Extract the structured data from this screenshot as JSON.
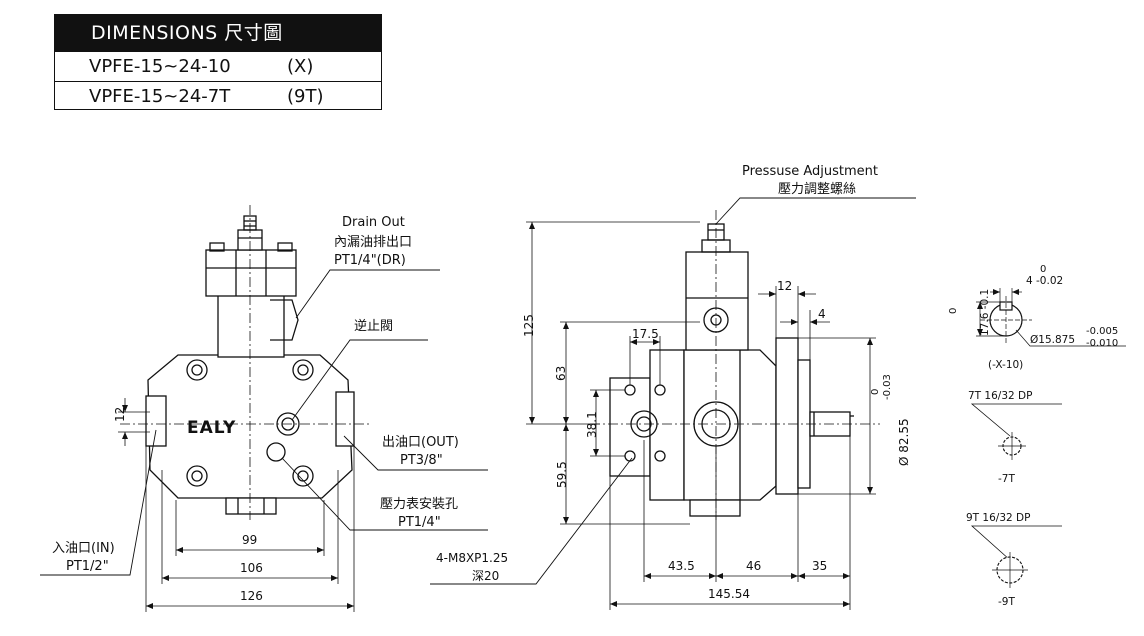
{
  "title_table": {
    "header": "DIMENSIONS  尺寸圖",
    "rows": [
      {
        "model": "VPFE-15~24-10",
        "code": "(X)"
      },
      {
        "model": "VPFE-15~24-7T",
        "code": "(9T)"
      }
    ]
  },
  "front_view": {
    "brand": "EALY",
    "drain_label_en": "Drain  Out",
    "drain_label_cn": "內漏油排出口",
    "drain_spec": "PT1/4\"(DR)",
    "check_valve": "逆止閥",
    "outlet_label": "出油口(OUT)",
    "outlet_spec": "PT3/8\"",
    "gauge_label": "壓力表安裝孔",
    "gauge_spec": "PT1/4\"",
    "inlet_label": "入油口(IN)",
    "inlet_spec": "PT1/2\"",
    "dims": {
      "d12": "12",
      "d99": "99",
      "d106": "106",
      "d126": "126"
    }
  },
  "side_view": {
    "pressure_en": "Pressuse  Adjustment",
    "pressure_cn": "壓力調整螺絲",
    "bolt_spec": "4-M8XP1.25",
    "bolt_depth": "深20",
    "dims": {
      "d125": "125",
      "d63": "63",
      "d38_1": "38.1",
      "d59_5": "59.5",
      "d17_5": "17.5",
      "d12": "12",
      "d4": "4",
      "d43_5": "43.5",
      "d46": "46",
      "d35": "35",
      "d145_54": "145.54",
      "dia": "Ø 82.55",
      "tol_upper": "0",
      "tol_lower": "-0.03"
    }
  },
  "shaft_detail": {
    "key_tol_upper": "0",
    "key_tol_main": "4 -0.02",
    "height": "17.6 -0.1",
    "height_tol": "0",
    "diameter": "Ø15.875",
    "dia_tol_upper": "-0.005",
    "dia_tol_lower": "-0.010",
    "caption": "(-X-10)"
  },
  "spline_7t": {
    "spec": "7T  16/32  DP",
    "caption": "-7T"
  },
  "spline_9t": {
    "spec": "9T  16/32  DP",
    "caption": "-9T"
  }
}
